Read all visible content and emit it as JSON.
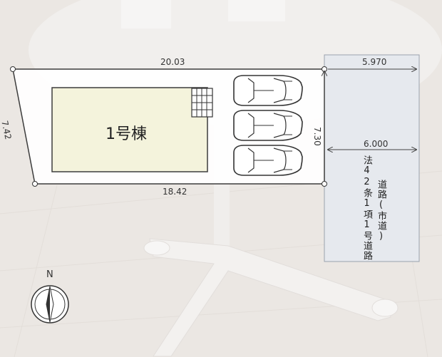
{
  "dimensions": {
    "top": "20.03",
    "bottom": "18.42",
    "left": "7.42",
    "right": "7.30",
    "road_top": "5.970",
    "road_mid": "6.000"
  },
  "building": {
    "label": "1号棟"
  },
  "road": {
    "col1": "法42条1項1号道路",
    "col2": "道路(市道)"
  },
  "compass": {
    "north_label": "N"
  },
  "colors": {
    "building_fill": "#f4f3dc",
    "road_fill": "#e6e9ee",
    "lot_fill": "#ffffff",
    "line": "#3c3c3c"
  },
  "parking": {
    "count": 3
  }
}
